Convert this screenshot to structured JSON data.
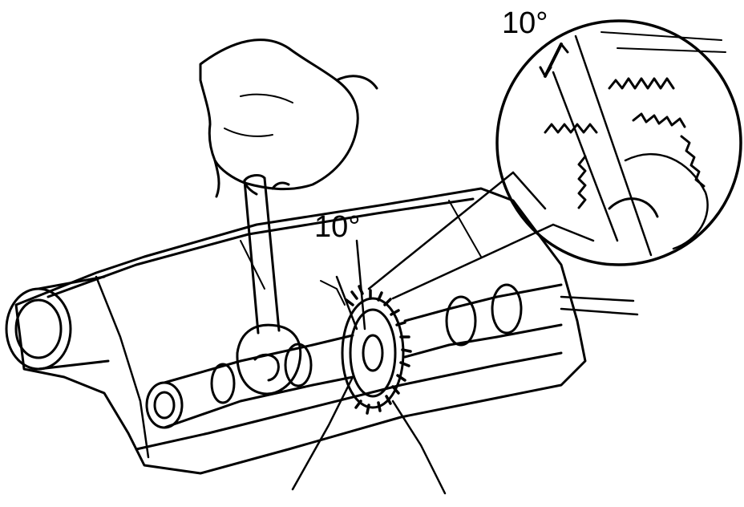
{
  "labels": {
    "angle_main": "10°",
    "angle_inset": "10°"
  },
  "colors": {
    "ink": "#000000",
    "paper": "#ffffff"
  },
  "components": {
    "hand": "hand-holding-wrench",
    "tool": "open-end-wrench",
    "assembly": "cylinder-head-camshaft",
    "gear": "camshaft-gear",
    "inset": "magnified-gear-teeth"
  }
}
